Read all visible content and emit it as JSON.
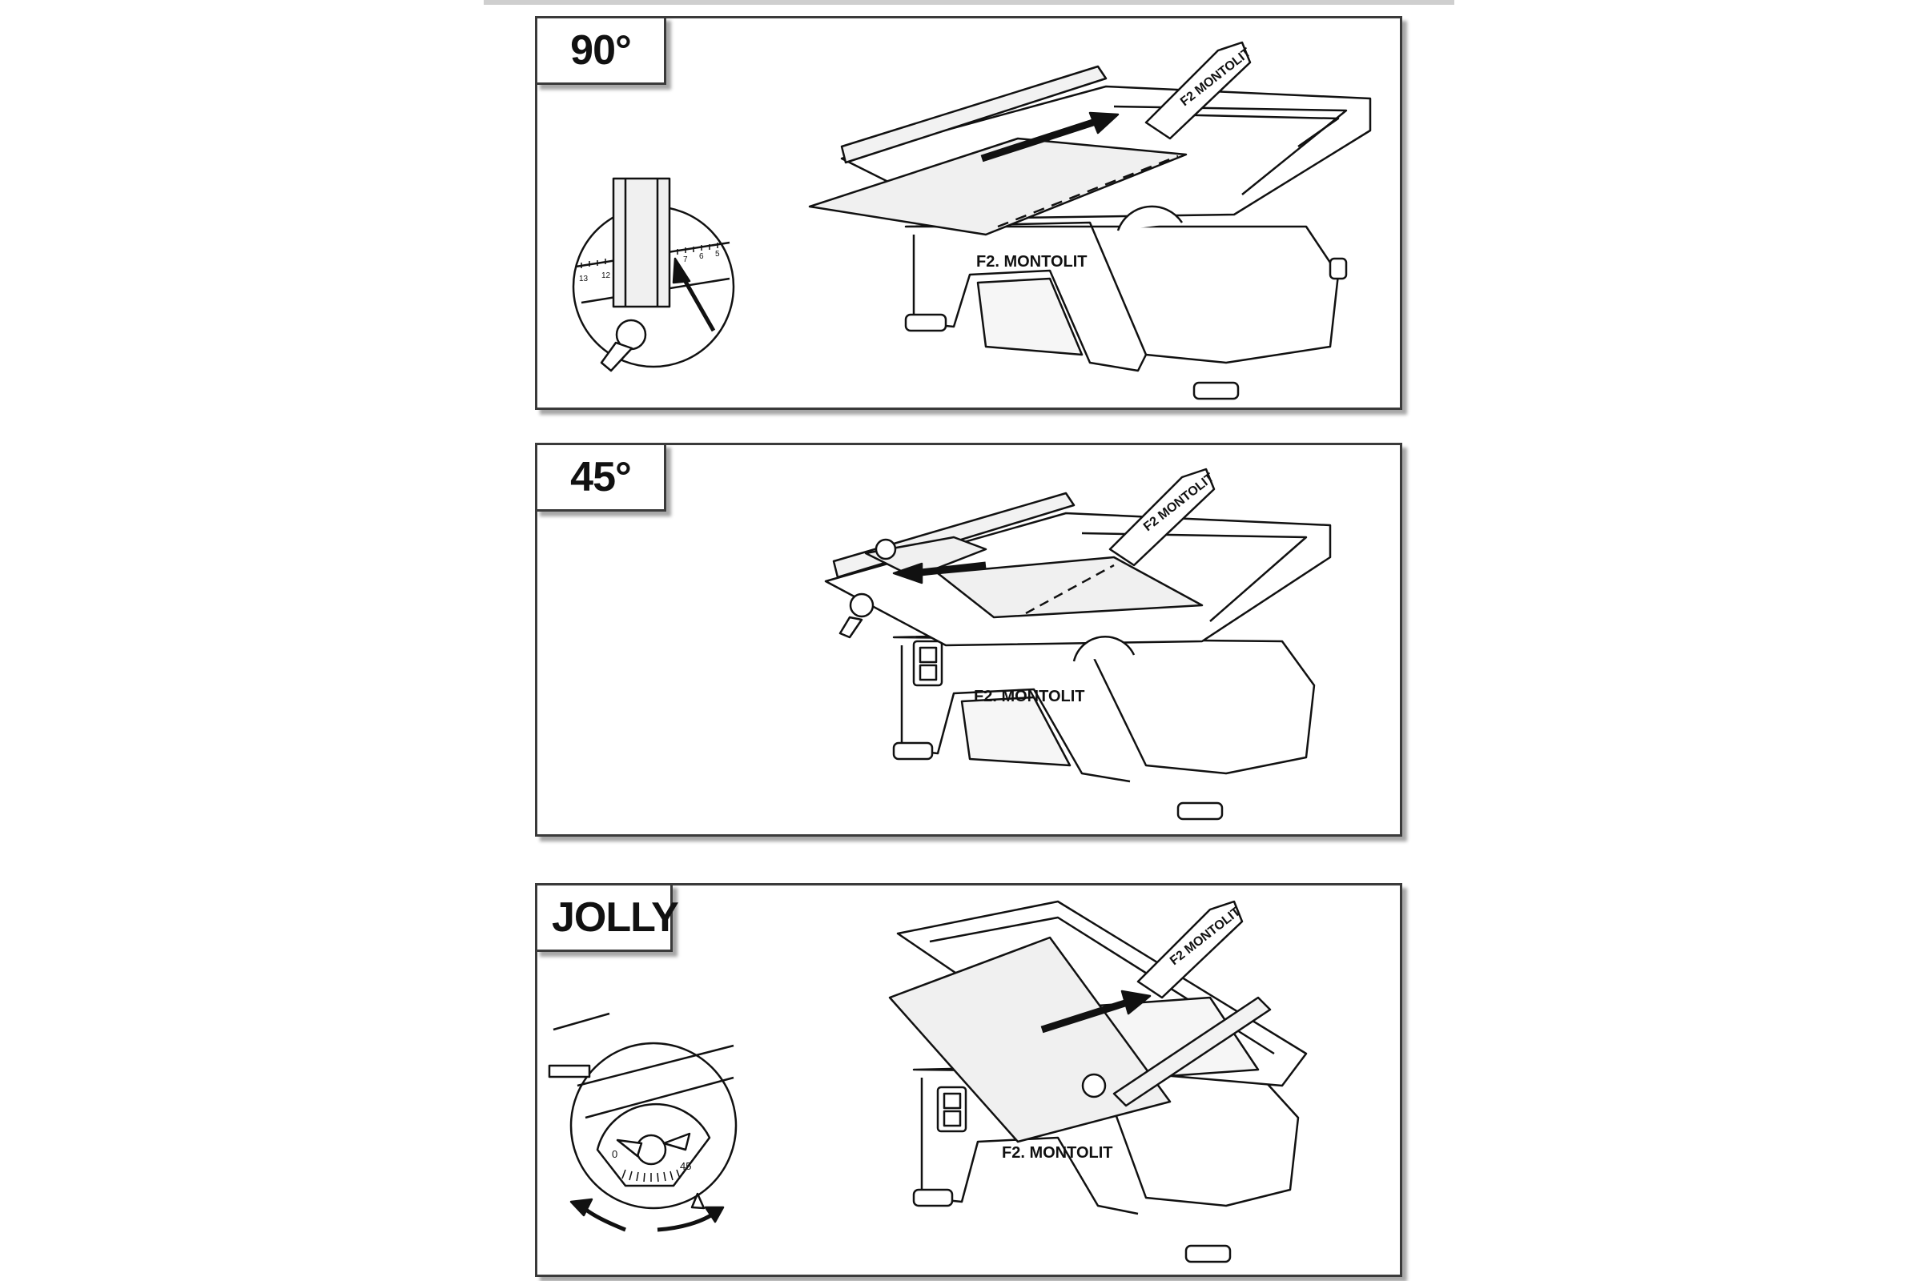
{
  "panels": [
    {
      "label": "90°",
      "brand": "F2. MONTOLIT",
      "ruler_numbers": [
        "13",
        "12",
        "7",
        "6",
        "5"
      ]
    },
    {
      "label": "45°",
      "brand": "F2. MONTOLIT"
    },
    {
      "label": "JOLLY",
      "brand": "F2. MONTOLIT",
      "dial_min": "0",
      "dial_max": "45"
    }
  ]
}
